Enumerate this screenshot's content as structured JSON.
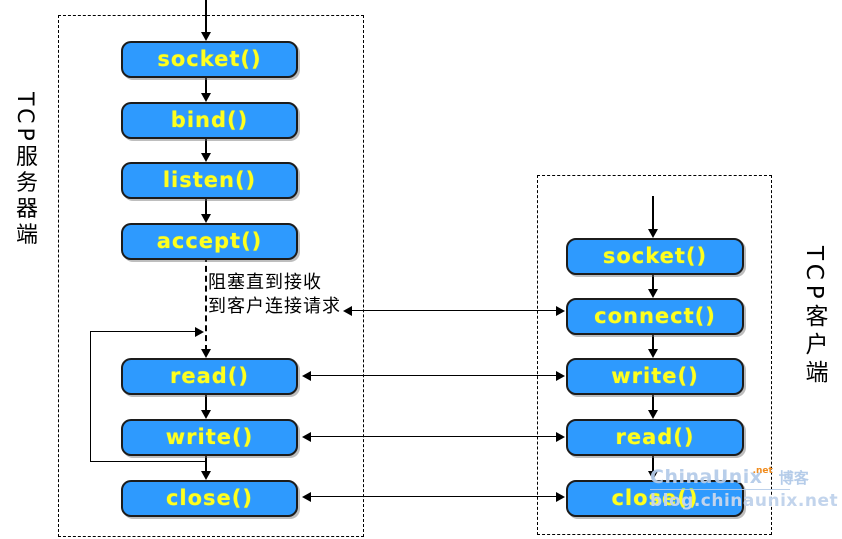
{
  "colors": {
    "box_fill": "#2E9AFE",
    "box_border": "#1C1C1C",
    "box_text": "#FFFF1E",
    "line": "#000000",
    "panel_border": "#000000",
    "annotation_text": "#000000",
    "watermark_blue": "#B5CCE9",
    "watermark_orange": "#F08C1E",
    "watermark_url": "#C2D4EC"
  },
  "server": {
    "label": "TCP服务器端",
    "boxes": [
      {
        "label": "socket()"
      },
      {
        "label": "bind()"
      },
      {
        "label": "listen()"
      },
      {
        "label": "accept()"
      },
      {
        "label": "read()"
      },
      {
        "label": "write()"
      },
      {
        "label": "close()"
      }
    ]
  },
  "client": {
    "label": "TCP客户端",
    "boxes": [
      {
        "label": "socket()"
      },
      {
        "label": "connect()"
      },
      {
        "label": "write()"
      },
      {
        "label": "read()"
      },
      {
        "label": "close()"
      }
    ]
  },
  "annotation": {
    "line1": "阻塞直到接收",
    "line2": "到客户连接请求"
  },
  "watermark": {
    "brand": "ChinaUnix",
    "sup": ".net",
    "suffix": "博客",
    "url": "blog.chinaunix.net"
  }
}
